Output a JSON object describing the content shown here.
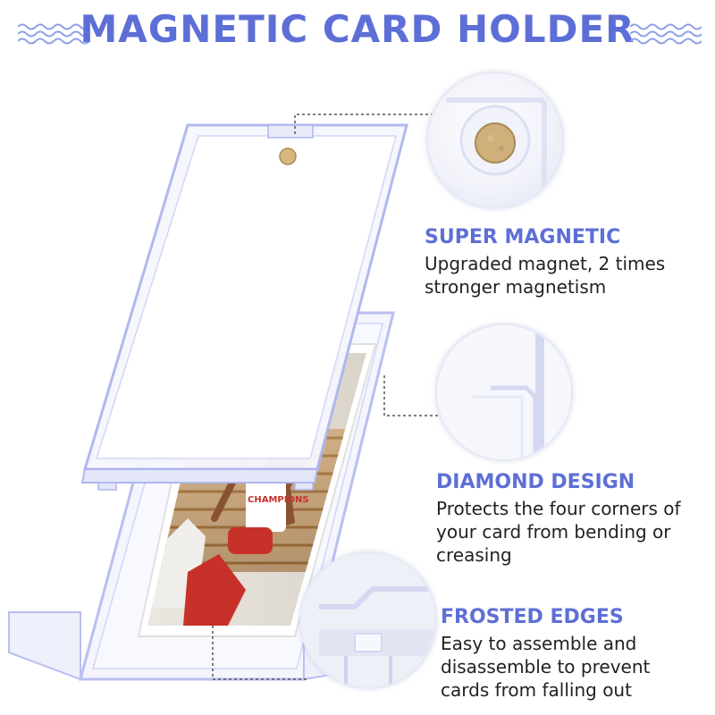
{
  "title": "MAGNETIC CARD HOLDER",
  "features": [
    {
      "heading": "SUPER MAGNETIC",
      "lines": [
        "Upgraded magnet, 2 times",
        "stronger magnetism"
      ]
    },
    {
      "heading": "DIAMOND DESIGN",
      "lines": [
        "Protects the four corners of",
        "your card from bending or",
        "creasing"
      ]
    },
    {
      "heading": "FROSTED EDGES",
      "lines": [
        "Easy to assemble and",
        "disassemble to prevent",
        "cards from falling out"
      ]
    }
  ],
  "card": {
    "jersey_text": "CHAMPIONS"
  },
  "colors": {
    "accent": "#5d6fd6",
    "text": "#222222",
    "holder_edge": "#b9bff0"
  }
}
